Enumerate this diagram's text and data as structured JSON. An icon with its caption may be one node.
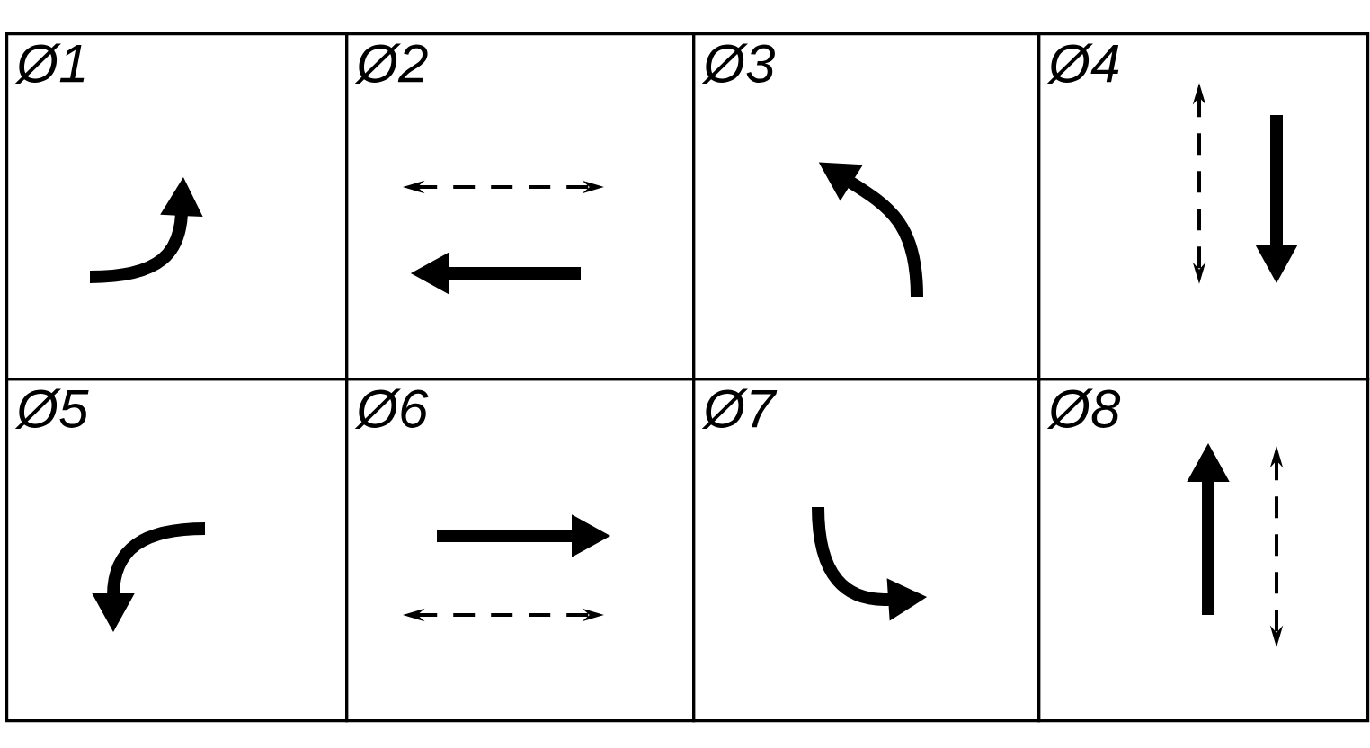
{
  "diagram": {
    "nodes": [
      {
        "text": [
          "Ø1"
        ]
      },
      {
        "text": [
          "Ø2"
        ]
      },
      {
        "text": [
          "Ø3"
        ]
      },
      {
        "text": [
          "Ø4"
        ]
      },
      {
        "text": [
          "Ø5"
        ]
      },
      {
        "text": [
          "Ø6"
        ]
      },
      {
        "text": [
          "Ø7"
        ]
      },
      {
        "text": [
          "Ø8"
        ]
      }
    ]
  }
}
